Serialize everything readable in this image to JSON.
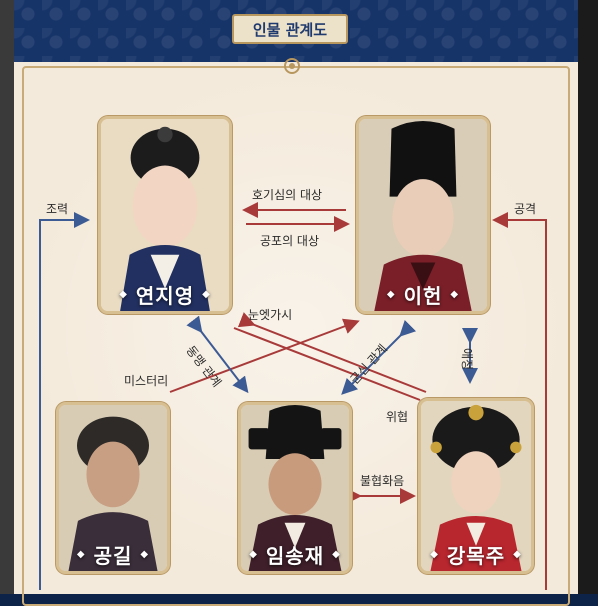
{
  "header": {
    "title": "인물 관계도"
  },
  "characters": {
    "yeon": "연지영",
    "lee": "이헌",
    "gong": "공길",
    "im": "임송재",
    "kang": "강목주"
  },
  "relations": {
    "curiosity": "호기심의 대상",
    "fear": "공포의 대상",
    "cooperation": "조력",
    "attack": "공격",
    "thorn": "눈엣가시",
    "mystery": "미스터리",
    "colleague": "동맹 관계",
    "vassal": "군신 관계",
    "affection": "애정",
    "threat": "위협",
    "discord": "불협화음"
  },
  "colors": {
    "red_arrow": "#a83a3a",
    "blue_arrow": "#3c5b95",
    "banner": "#173468",
    "parchment": "#f4eadb"
  }
}
